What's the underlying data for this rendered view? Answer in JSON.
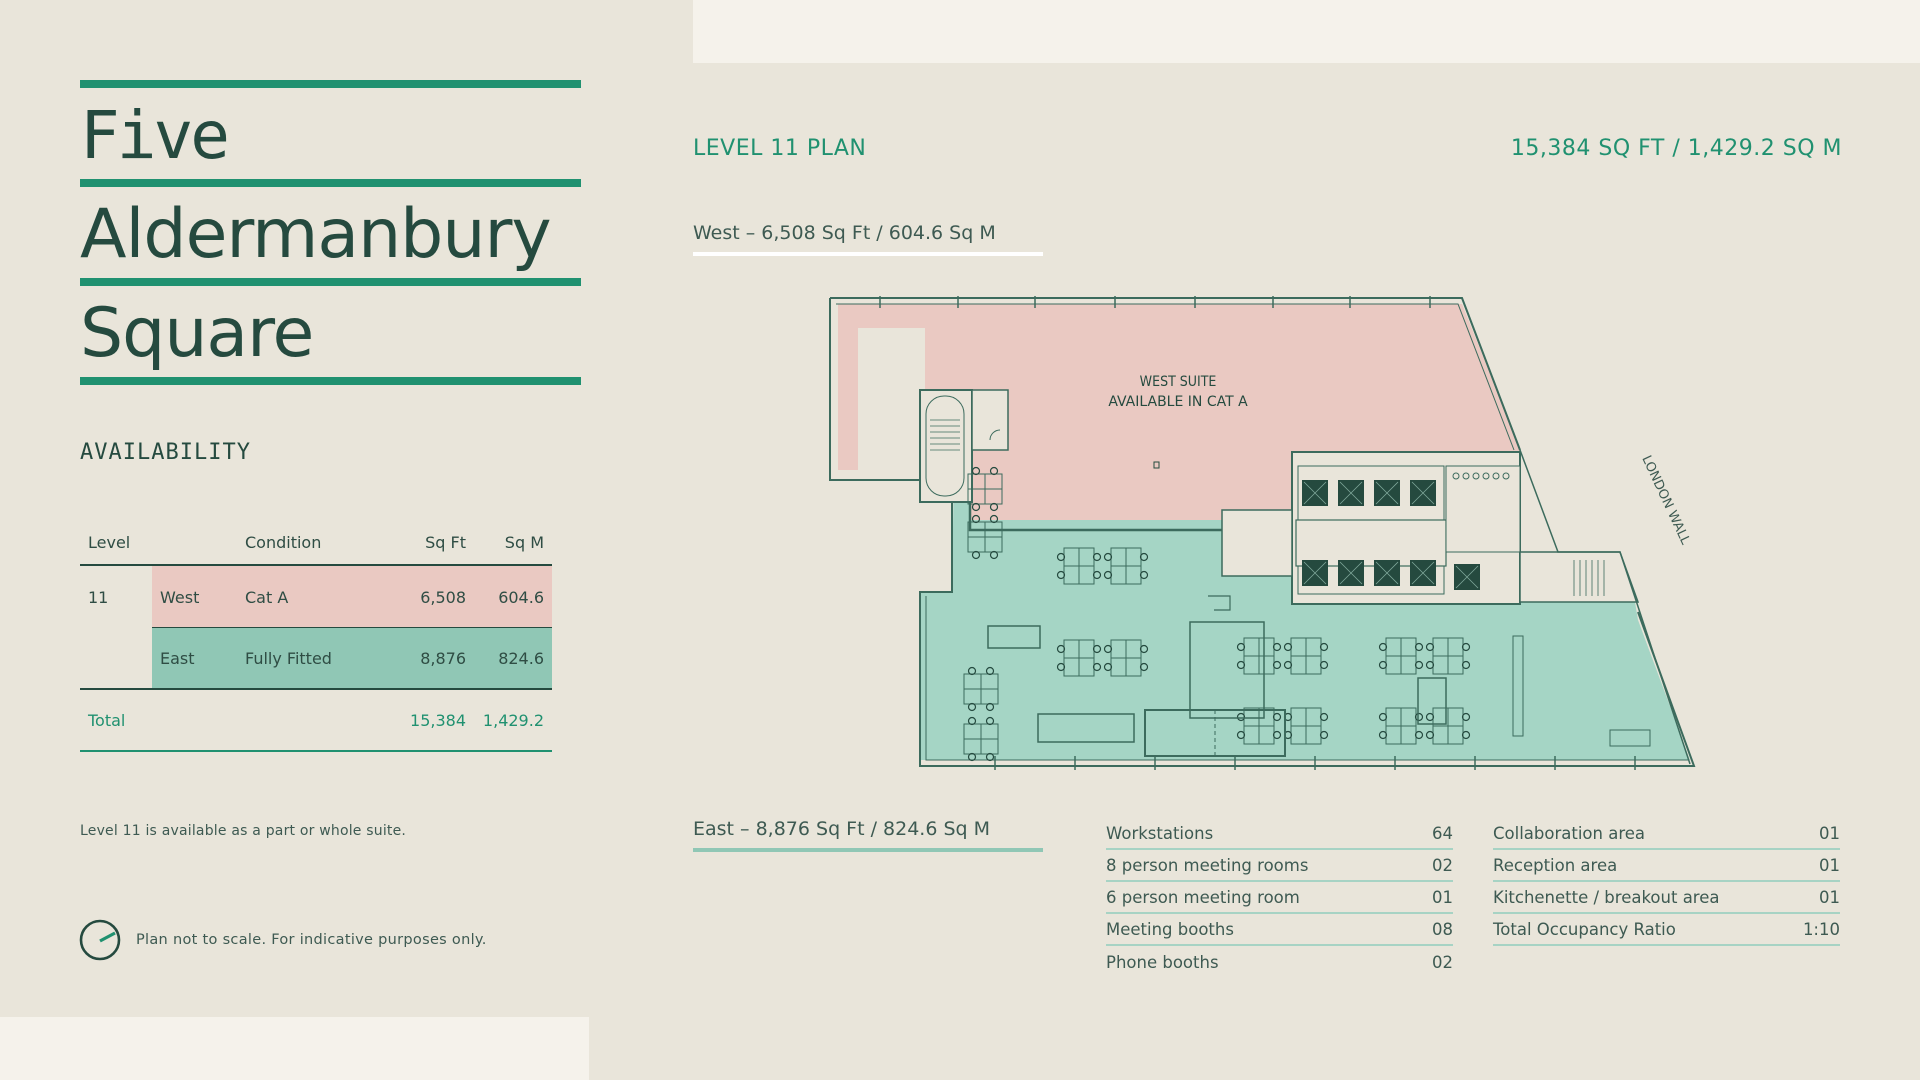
{
  "brand": {
    "title_lines": [
      "Five",
      "Aldermanbury",
      "Square"
    ],
    "colors": {
      "background": "#E9E5DA",
      "panel_light": "#F5F2EB",
      "accent_green": "#209170",
      "dark_green": "#254A3F",
      "west_pink": "#EAC9C2",
      "east_mint": "#90C7B5",
      "plan_mint": "#A5D5C5"
    }
  },
  "availability": {
    "heading": "AVAILABILITY",
    "columns": [
      "Level",
      "Condition",
      "Sq Ft",
      "Sq M"
    ],
    "rows": [
      {
        "level": "11",
        "suite": "West",
        "condition": "Cat A",
        "sq_ft": "6,508",
        "sq_m": "604.6"
      },
      {
        "level": "",
        "suite": "East",
        "condition": "Fully Fitted",
        "sq_ft": "8,876",
        "sq_m": "824.6"
      }
    ],
    "total": {
      "label": "Total",
      "sq_ft": "15,384",
      "sq_m": "1,429.2"
    },
    "note": "Level 11 is available as a part or whole suite."
  },
  "disclaimer": "Plan not to scale. For indicative purposes only.",
  "plan": {
    "title": "LEVEL 11 PLAN",
    "total_area": "15,384 SQ FT / 1,429.2 SQ M",
    "west_label": "West – 6,508 Sq Ft / 604.6 Sq M",
    "east_label": "East – 8,876 Sq Ft / 824.6 Sq M",
    "west_suite_text": [
      "WEST SUITE",
      "AVAILABLE IN CAT A"
    ],
    "street_label": "LONDON WALL"
  },
  "features": {
    "col1": [
      {
        "label": "Workstations",
        "value": "64"
      },
      {
        "label": "8 person meeting rooms",
        "value": "02"
      },
      {
        "label": "6 person meeting room",
        "value": "01"
      },
      {
        "label": "Meeting booths",
        "value": "08"
      },
      {
        "label": "Phone booths",
        "value": "02"
      }
    ],
    "col2": [
      {
        "label": "Collaboration area",
        "value": "01"
      },
      {
        "label": "Reception area",
        "value": "01"
      },
      {
        "label": "Kitchenette / breakout area",
        "value": "01"
      },
      {
        "label": "Total Occupancy Ratio",
        "value": "1:10"
      }
    ]
  }
}
